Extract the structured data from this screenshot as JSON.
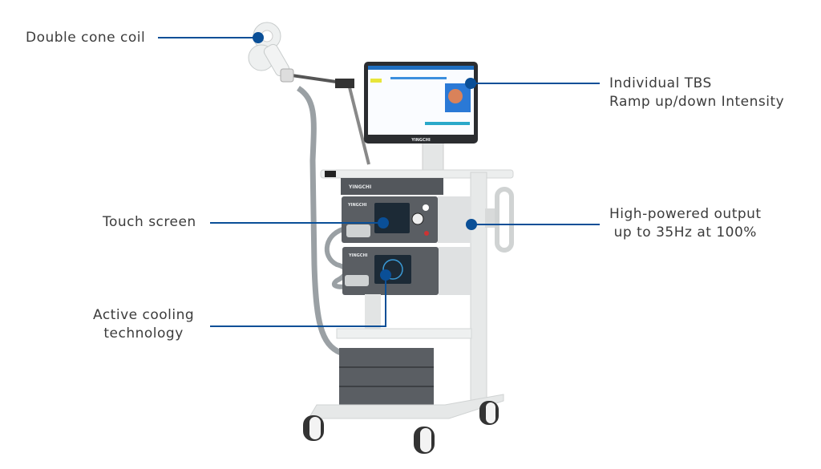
{
  "callouts": {
    "coil": "Double cone coil",
    "screen_line1": "Individual TBS",
    "screen_line2": "Ramp up/down Intensity",
    "touch": "Touch screen",
    "output_line1": "High-powered output",
    "output_line2": "up to 35Hz at 100%",
    "cooling_line1": "Active cooling",
    "cooling_line2": "technology"
  },
  "brand": "YINGCHI",
  "colors": {
    "accent": "#0a4f97",
    "text": "#3c3c3c",
    "device": "#5a5e63",
    "frame": "#e6e8e8"
  }
}
